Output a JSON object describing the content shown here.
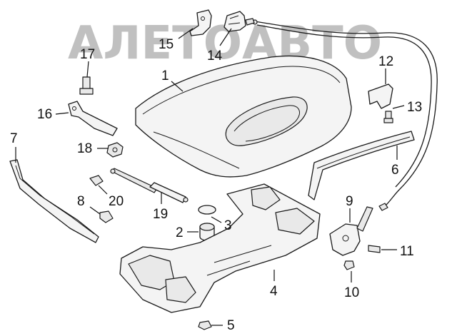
{
  "watermark": {
    "text": "АЛЕТОАВТО",
    "color": "#8c8c8c"
  },
  "callouts": [
    {
      "id": "c1",
      "label": "1"
    },
    {
      "id": "c2",
      "label": "2"
    },
    {
      "id": "c3",
      "label": "3"
    },
    {
      "id": "c4",
      "label": "4"
    },
    {
      "id": "c5",
      "label": "5"
    },
    {
      "id": "c6",
      "label": "6"
    },
    {
      "id": "c7",
      "label": "7"
    },
    {
      "id": "c8",
      "label": "8"
    },
    {
      "id": "c9",
      "label": "9"
    },
    {
      "id": "c10",
      "label": "10"
    },
    {
      "id": "c11",
      "label": "11"
    },
    {
      "id": "c12",
      "label": "12"
    },
    {
      "id": "c13",
      "label": "13"
    },
    {
      "id": "c14",
      "label": "14"
    },
    {
      "id": "c15",
      "label": "15"
    },
    {
      "id": "c16",
      "label": "16"
    },
    {
      "id": "c17",
      "label": "17"
    },
    {
      "id": "c18",
      "label": "18"
    },
    {
      "id": "c19",
      "label": "19"
    },
    {
      "id": "c20",
      "label": "20"
    }
  ]
}
